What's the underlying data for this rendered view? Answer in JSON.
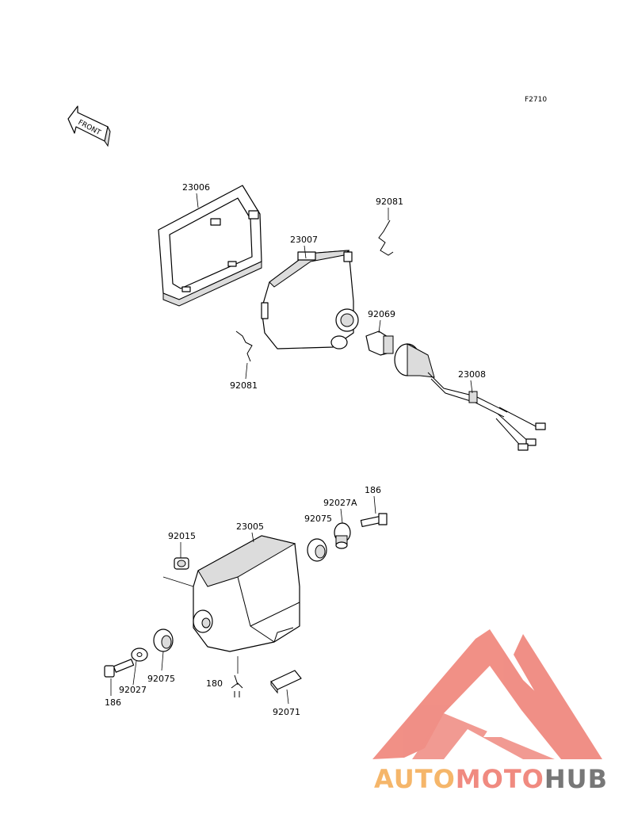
{
  "figure_code": "F2710",
  "front_arrow_label": "FRONT",
  "brand": {
    "part1": "AUTO",
    "part2": "MOTO",
    "part3": "HUB",
    "color1": "#f5b66a",
    "color2": "#f08a80",
    "color3": "#777777",
    "logo_color": "#f08a80"
  },
  "labels": {
    "p23006": "23006",
    "p92081_top": "92081",
    "p23007": "23007",
    "p92069": "92069",
    "p92081_bottom": "92081",
    "p23008": "23008",
    "p186_top": "186",
    "p92027A": "92027A",
    "p92075_top": "92075",
    "p92015": "92015",
    "p23005": "23005",
    "p92075_bottom": "92075",
    "p92027": "92027",
    "p186_bottom": "186",
    "p180": "180",
    "p92071": "92071"
  }
}
